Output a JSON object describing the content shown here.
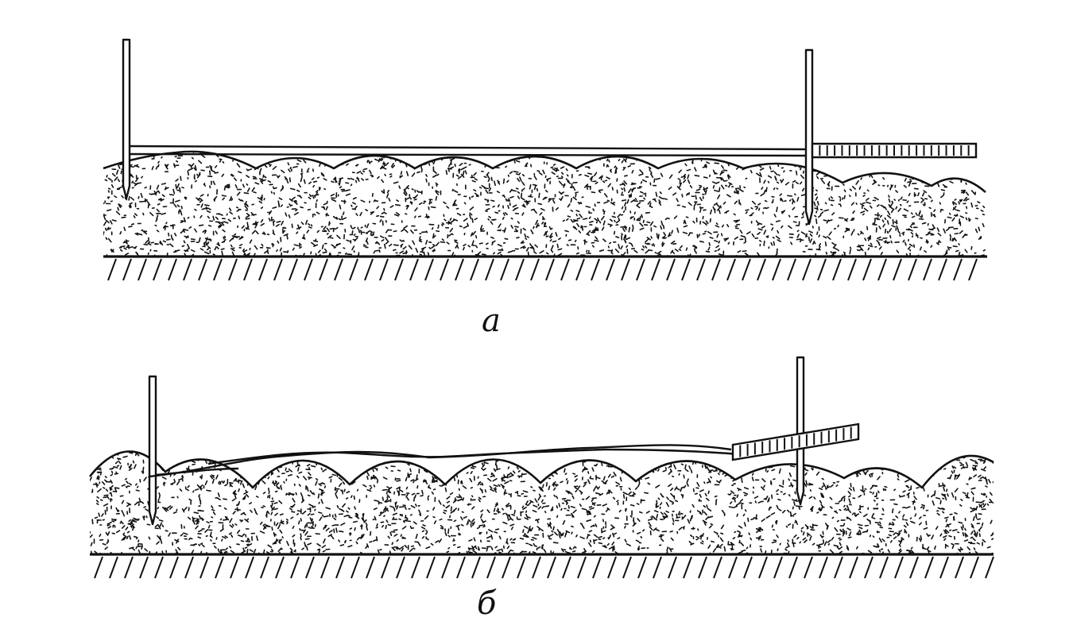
{
  "panels": [
    {
      "label": "а",
      "line_state": "taut"
    },
    {
      "label": "б",
      "line_state": "slack"
    }
  ],
  "colors": {
    "ink": "#111111",
    "paper": "#ffffff"
  }
}
